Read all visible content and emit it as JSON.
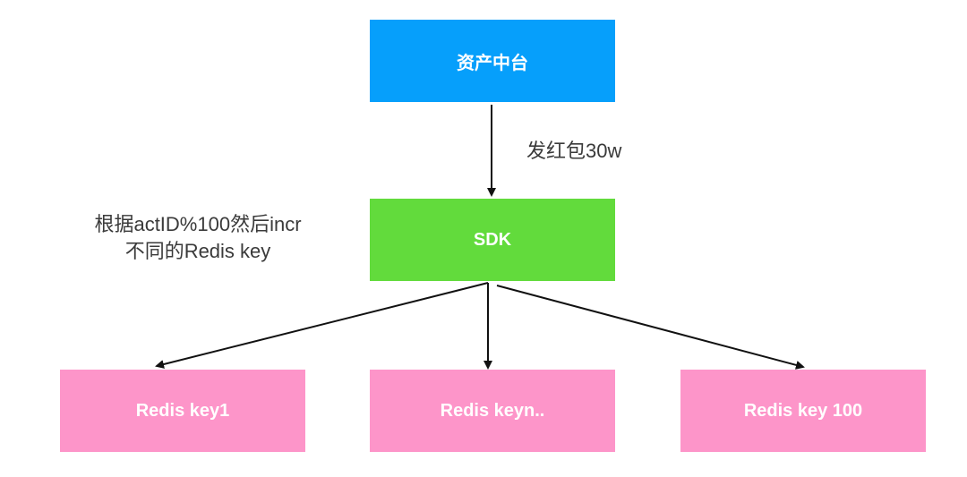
{
  "colors": {
    "top_box": "#069ffb",
    "mid_box": "#62db3c",
    "leaf_box": "#fd95c9",
    "arrow": "#111111"
  },
  "nodes": {
    "top": "资产中台",
    "middle": "SDK",
    "leaves": [
      "Redis key1",
      "Redis keyn..",
      "Redis key 100"
    ]
  },
  "edge_label": "发红包30w",
  "note": {
    "line1": "根据actID%100然后incr",
    "line2": "不同的Redis key"
  }
}
